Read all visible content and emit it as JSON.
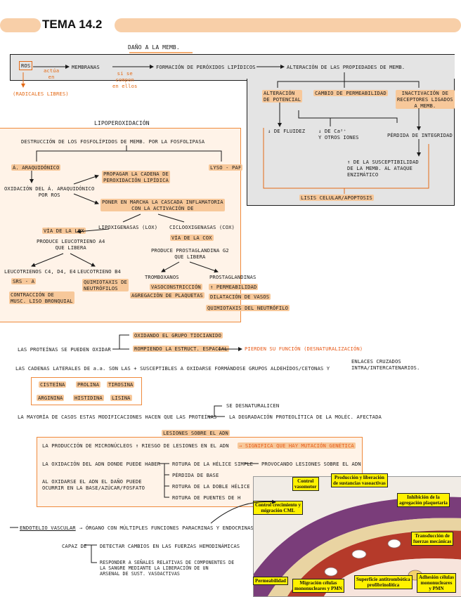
{
  "header": {
    "title": "TEMA 14.2"
  },
  "dano": {
    "title": "DAÑO A LA MEMB.",
    "ros": "ROS",
    "actua_en": "actúa\nen",
    "radicales": "(RADICALES LIBRES)",
    "membranas": "MEMBRANAS",
    "si_se_componen": "si se\ncompon\nen ellos",
    "formacion": "FORMACIÓN DE PERÓXIDOS LIPÍDICOS",
    "alteracion": "ALTERACIÓN DE LAS PROPIEDADES DE MEMB.",
    "alt_potencial": "ALTERACIÓN\nDE POTENCIAL",
    "cambio_perm": "CAMBIO DE PERMEABILIDAD",
    "inactivacion": "INACTIVACIÓN DE\nRECEPTORES LIGADOS\nA MEMB.",
    "fluidez": "↓ DE FLUIDEZ",
    "ca": "↓ DE Ca²⁺\nY OTROS IONES",
    "perdida": "PÉRDIDA DE INTEGRIDAD",
    "susceptibilidad": "↑ DE LA SUSCEPTIBILIDAD\nDE LA MEMB. AL ATAQUE\nENZIMÁTICO",
    "lisis": "LISIS CELULAR/APOPTOSIS"
  },
  "lipo": {
    "title": "LIPOPEROXIDACIÓN",
    "destruccion": "DESTRUCCIÓN DE LOS FOSFOLÍPIDOS DE MEMB. POR LA FOSFOLIPASA",
    "acido": "Á. ARAQUIDÓNICO",
    "lyso": "LYSO - PAF",
    "oxidacion": "OXIDACIÓN DEL Á. ARAQUIDÓNICO\nPOR ROS",
    "propagar": "PROPAGAR LA CADENA DE\nPEROXIDACIÓN LIPÍDICA",
    "poner": "PONER EN MARCHA LA CASCADA INFLAMATORIA\nCON LA ACTIVACIÓN DE",
    "lipoxigenasas": "LIPOXIGENASAS (LOX)",
    "ciclo": "CICLOOXIGENASAS (COX)",
    "via_lox": "VÍA DE LA LOX",
    "via_cox": "VÍA DE LA COX",
    "produce_leu": "PRODUCE LEUCOTRIENO A4\nQUE LIBERA",
    "produce_pg": "PRODUCE PROSTAGLANDINA G2\nQUE LIBERA",
    "leu_cde": "LEUCOTRIENOS C4, D4, E4",
    "leu_b4": "LEUCOTRIENO B4",
    "tromboxanos": "TROMBOXANOS",
    "prostaglandinas": "PROSTAGLANDINAS",
    "srsa": "SRS - A",
    "quimiotaxis1": "QUIMIOTAXIS DE\nNEUTRÓFILOS",
    "vaso": "VASOCONSTRICCIÓN",
    "agregacion": "AGREGACIÓN DE PLAQUETAS",
    "perm": "↑ PERMEABILIDAD",
    "dilatacion": "DILATACIÓN DE VASOS",
    "contraccion": "CONTRACCIÓN DE\nMUSC. LISO BRONQUIAL",
    "quimiotaxis2": "QUIMIOTAXIS DEL NEUTRÓFILO"
  },
  "proteinas": {
    "oxidando": "OXIDANDO EL GRUPO TIOCIANIDO",
    "se_pueden": "LAS PROTEÍNAS SE PUEDEN OXIDAR",
    "rompiendo": "ROMPIENDO LA ESTRUCT. ESPACIAL",
    "pierden": "PIERDEN SU FUNCIÓN (DESNATURALIZACIÓN)",
    "cadenas": "LAS CADENAS LATERALES DE a.a. SON LAS + SUSCEPTIBLES A OXIDARSE FORMÁNDOSE GRUPOS ALDEHÍDOS/CETONAS Y",
    "enlaces": "ENLACES CRUZADOS\nINTRA/INTERCATENARIOS.",
    "aa": [
      "CISTEÍNA",
      "PROLINA",
      "TIROSINA",
      "ARGININA",
      "HISTIDINA",
      "LISINA"
    ],
    "mayoria": "LA MAYORÍA DE CASOS ESTAS MODIFICACIONES HACEN QUE LAS PROTEÍNAS",
    "se_desnat": "SE DESNATURALICEN",
    "degradacion": "LA DEGRADACIÓN PROTEOLÍTICA DE LA MOLÉC. AFECTADA"
  },
  "adn": {
    "title": "LESIONES SOBRE EL ADN",
    "produccion": "LA PRODUCCIÓN DE MICRONÚCLEOS ↑ RIESGO DE LESIONES EN EL ADN",
    "significa": "→ SIGNIFICA QUE HAY MUTACIÓN GENÉTICA",
    "oxidacion": "LA OXIDACIÓN DEL ADN DONDE PUEDE HABER",
    "items": [
      "ROTURA DE LA HÉLICE SIMPLE",
      "PÉRDIDA DE BASE",
      "ROTURA DE LA DOBLE HÉLICE",
      "ROTURA DE PUENTES DE H"
    ],
    "provocando": "PROVOCANDO LESIONES SOBRE EL ADN",
    "al_oxidarse": "AL OXIDARSE EL ADN EL DAÑO PUEDE\nOCURRIR EN LA BASE/AZÚCAR/FOSFATO"
  },
  "endotelio": {
    "label": "ENDOTELIO VASCULAR",
    "organo": "→ ÓRGANO CON MÚLTIPLES FUNCIONES PARACRINAS Y ENDOCRINAS",
    "capaz": "CAPAZ DE",
    "detectar": "DETECTAR CAMBIOS EN LAS FUERZAS HEMODINÁMICAS",
    "responder": "RESPONDER A SEÑALES RELATIVAS DE COMPONENTES DE\nLA SANGRE MEDIANTE LA LIBERACIÓN DE UN\nARSENAL DE SUST. VASOACTIVAS"
  },
  "figure": {
    "control_vaso": "Control\nvasomotor",
    "produccion": "Producción y liberación\nde sustancias vasoactivas",
    "inhibicion": "Inhibición de la\nagregación plaquetaria",
    "control_crec": "Control crecimiento y\nmigración CML",
    "transduccion": "Transducción de\nfuerzas mecánicas",
    "permeabilidad": "Permeabilidad",
    "migracion": "Migración células\nmononucleares y PMN",
    "superficie": "Superficie antitrombótica\nprofibrinolítica",
    "adhesion": "Adhesión células\nmononucleares\ny PMN"
  }
}
